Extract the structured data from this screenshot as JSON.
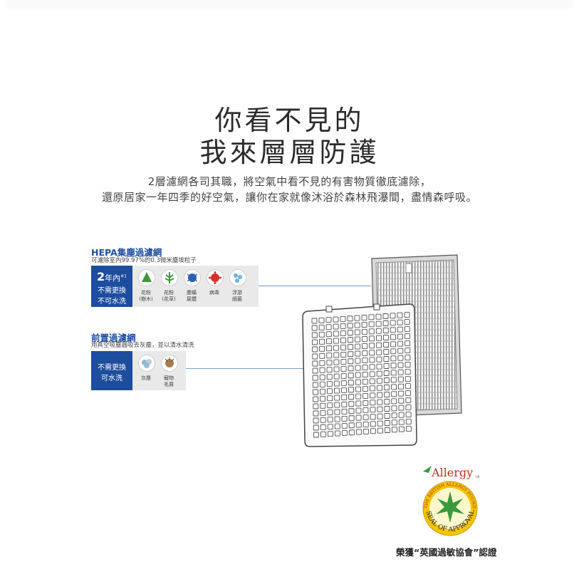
{
  "headline": {
    "line1": "你看不見的",
    "line2": "我來層層防護"
  },
  "description": {
    "line1": "2層濾網各司其職，將空氣中看不見的有害物質徹底濾除，",
    "line2": "還原居家一年四季的好空氣，讓你在家就像沐浴於森林飛瀑間，盡情森呼吸。"
  },
  "hepa": {
    "title": "HEPA集塵過濾網",
    "subtitle": "可濾除室內99.97%的0.3微米塵埃粒子",
    "badge_years": "2",
    "badge_unit": "年內",
    "badge_note": "※1",
    "badge_line2": "不需更換",
    "badge_line3": "不可水洗",
    "icons": [
      {
        "name": "pollen-tree-icon",
        "label1": "花粉",
        "label2": "(樹木)"
      },
      {
        "name": "pollen-grass-icon",
        "label1": "花粉",
        "label2": "(花草)"
      },
      {
        "name": "dust-mite-icon",
        "label1": "塵蟎",
        "label2": "屍體"
      },
      {
        "name": "virus-icon",
        "label1": "病毒",
        "label2": ""
      },
      {
        "name": "bacteria-icon",
        "label1": "浮游",
        "label2": "細菌"
      }
    ]
  },
  "prefilter": {
    "title": "前置過濾網",
    "subtitle": "用真空吸塵器吸去灰塵，並以清水清洗",
    "badge_line1": "不需更換",
    "badge_line2": "可水洗",
    "icons": [
      {
        "name": "dust-icon",
        "label1": "灰塵",
        "label2": ""
      },
      {
        "name": "pet-hair-icon",
        "label1": "寵物",
        "label2": "毛屑"
      }
    ]
  },
  "seal": {
    "brand": "Allergy",
    "brand_suffix": "UK",
    "ring_top": "THE BRITISH ALLERGY FOUNDATION",
    "ring_bottom": "SEAL OF APPROVAL"
  },
  "certification": "榮獲“英國過敏協會”認證",
  "colors": {
    "accent_blue": "#1d4d9d",
    "panel_gray": "#e9e9e9",
    "seal_yellow": "#f2c500",
    "seal_green": "#3a9a3a"
  }
}
